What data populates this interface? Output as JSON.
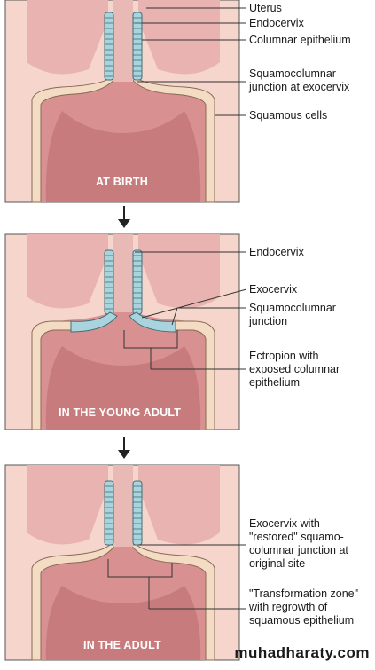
{
  "panels": [
    {
      "caption": "AT BIRTH",
      "labels": [
        "Uterus",
        "Endocervix",
        "Columnar epithelium",
        "Squamocolumnar\njunction at exocervix",
        "Squamous cells"
      ]
    },
    {
      "caption": "IN THE YOUNG ADULT",
      "labels": [
        "Endocervix",
        "Exocervix",
        "Squamocolumnar\njunction",
        "Ectropion with\nexposed columnar\nepithelium"
      ]
    },
    {
      "caption": "IN THE ADULT",
      "labels": [
        "Exocervix with\n\"restored\" squamo-\ncolumnar junction at\noriginal site",
        "\"Transformation zone\"\nwith regrowth of\nsquamous epithelium"
      ]
    }
  ],
  "watermark": "muhadharaty.com",
  "colors": {
    "panel_bg": "#f6d6cc",
    "tissue": "#dfa0a0",
    "stroma": "#c97d7d",
    "squamous": "#f3dcc3",
    "columnar": "#a9d4de",
    "line": "#333333"
  }
}
